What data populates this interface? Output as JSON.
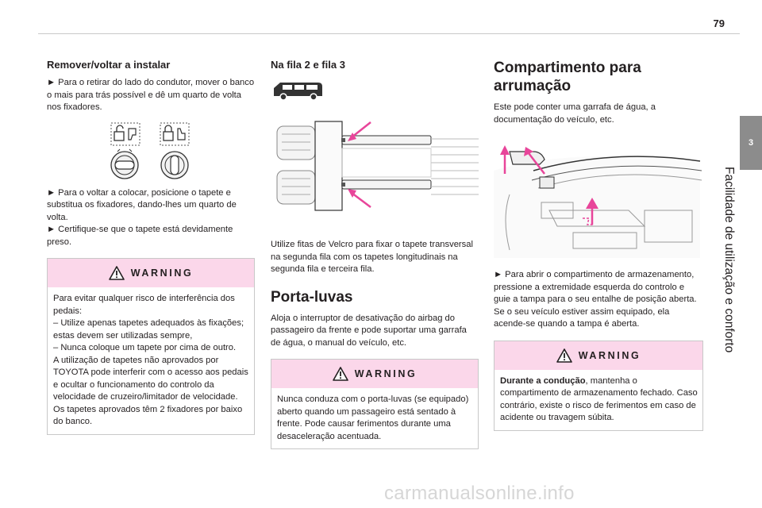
{
  "page_number": "79",
  "chapter": {
    "number": "3",
    "title": "Facilidade de utilização e conforto"
  },
  "col1": {
    "heading": "Remover/voltar a instalar",
    "para1": "► Para o retirar do lado do condutor, mover o banco o mais para trás possível e dê um quarto de volta nos fixadores.",
    "para2": "► Para o voltar a colocar, posicione o tapete e substitua os fixadores, dando-lhes um quarto de volta.",
    "para3": "► Certifique-se que o tapete está devidamente preso.",
    "warning": {
      "title": "WARNING",
      "lines": [
        "Para evitar qualquer risco de interferência dos pedais:",
        "– Utilize apenas tapetes adequados às fixações; estas devem ser utilizadas sempre,",
        "– Nunca coloque um tapete por cima de outro.",
        "A utilização de tapetes não aprovados por TOYOTA pode interferir com o acesso aos pedais e ocultar o funcionamento do controlo da velocidade de cruzeiro/limitador de velocidade.",
        "Os tapetes aprovados têm 2 fixadores por baixo do banco."
      ]
    }
  },
  "col2": {
    "heading": "Na fila 2 e fila 3",
    "para1": "Utilize fitas de Velcro para fixar o tapete transversal na segunda fila com os tapetes longitudinais na segunda fila e terceira fila.",
    "heading2": "Porta-luvas",
    "para2": "Aloja o interruptor de desativação do airbag do passageiro da frente e pode suportar uma garrafa de água, o manual do veículo, etc.",
    "warning": {
      "title": "WARNING",
      "text": "Nunca conduza com o porta-luvas (se equipado) aberto quando um passageiro está sentado à frente. Pode causar ferimentos durante uma desaceleração acentuada."
    }
  },
  "col3": {
    "heading": "Compartimento para arrumação",
    "para1": "Este pode conter uma garrafa de água, a documentação do veículo, etc.",
    "para2": "► Para abrir o compartimento de armazenamento, pressione a extremidade esquerda do controlo e guie a tampa para o seu entalhe de posição aberta.",
    "para3": "Se o seu veículo estiver assim equipado, ela acende-se quando a tampa é aberta.",
    "warning": {
      "title": "WARNING",
      "bold": "Durante a condução",
      "text": ", mantenha o compartimento de armazenamento fechado. Caso contrário, existe o risco de ferimentos em caso de acidente ou travagem súbita."
    }
  },
  "watermark": "carmanualsonline.info",
  "colors": {
    "warning_bg": "#fbd7ea",
    "arrow": "#e8459a",
    "tab": "#8c8c8c"
  },
  "icons": [
    "warning-triangle-icon",
    "unlock-icon",
    "lock-icon",
    "van-icon",
    "arrow-icon"
  ]
}
